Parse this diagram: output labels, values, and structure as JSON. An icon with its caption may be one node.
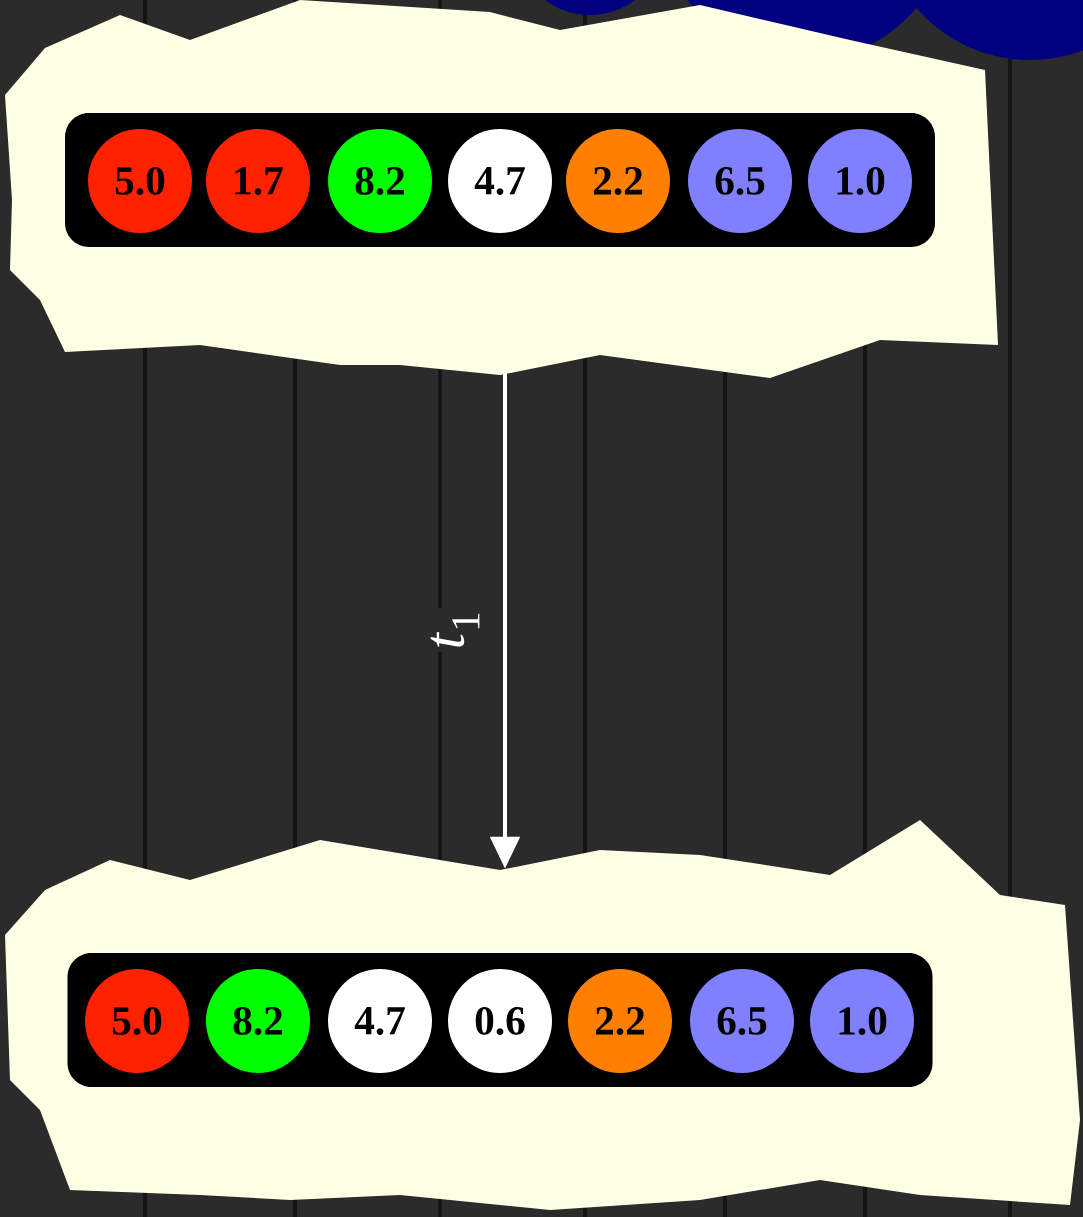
{
  "diagram": {
    "nodes": [
      {
        "text": [],
        "shape": "box"
      },
      {
        "text": [],
        "shape": "bar",
        "in": 0
      },
      {
        "text": [
          "5.0"
        ],
        "in": 1
      },
      {
        "text": [
          "1.7"
        ],
        "in": 1
      },
      {
        "text": [
          "8.2"
        ],
        "in": 1
      },
      {
        "text": [
          "4.7"
        ],
        "in": 1
      },
      {
        "text": [
          "2.2"
        ],
        "in": 1
      },
      {
        "text": [
          "6.5"
        ],
        "in": 1
      },
      {
        "text": [
          "1.0"
        ],
        "in": 1
      },
      {
        "text": [],
        "shape": "box"
      },
      {
        "text": [],
        "shape": "bar",
        "in": 9
      },
      {
        "text": [
          "5.0"
        ],
        "in": 10
      },
      {
        "text": [
          "8.2"
        ],
        "in": 10
      },
      {
        "text": [
          "4.7"
        ],
        "in": 10
      },
      {
        "text": [
          "0.6"
        ],
        "in": 10
      },
      {
        "text": [
          "2.2"
        ],
        "in": 10
      },
      {
        "text": [
          "6.5"
        ],
        "in": 10
      },
      {
        "text": [
          "1.0"
        ],
        "in": 10
      }
    ],
    "edges": [
      {
        "from": 0,
        "to": 9,
        "arrow": "to",
        "label": "*t*$_{1}$"
      }
    ]
  }
}
